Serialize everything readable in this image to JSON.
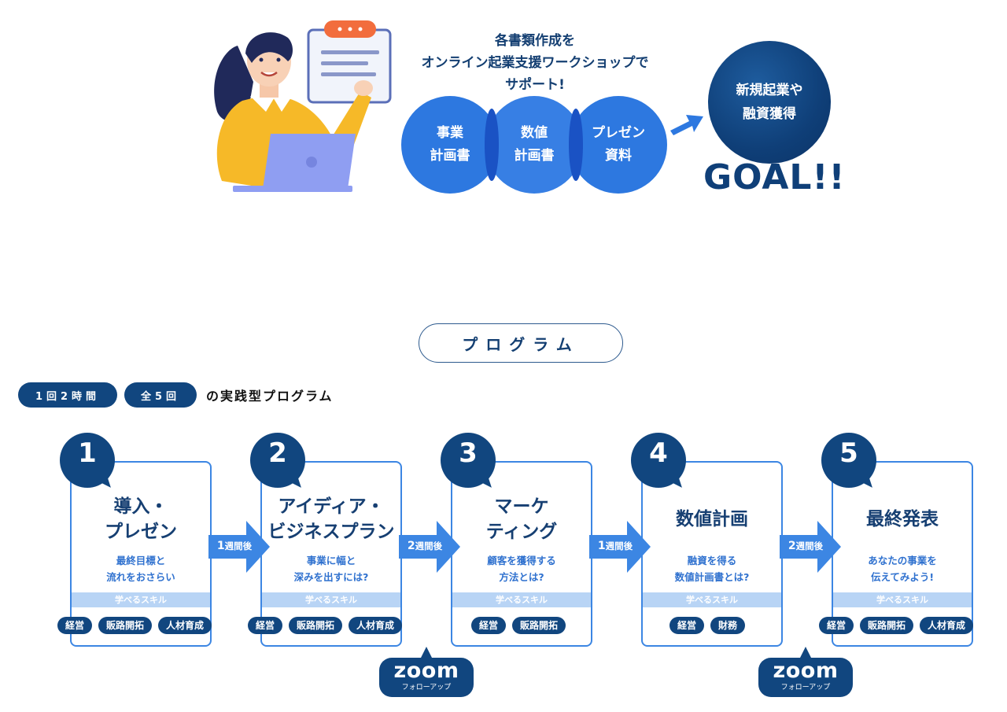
{
  "hero": {
    "caption": "各書類作成を\nオンライン起業支援ワークショップで\nサポート!",
    "circles": [
      "事業\n計画書",
      "数値\n計画書",
      "プレゼン\n資料"
    ],
    "goal_circle": "新規起業や\n融資獲得",
    "goal_text": "GOAL!!"
  },
  "program": {
    "title": "プログラム",
    "badges": [
      "1回2時間",
      "全5回"
    ],
    "badge_suffix": "の実践型プログラム",
    "skills_label": "学べるスキル",
    "cards": [
      {
        "number": "1",
        "title": "導入・\nプレゼン",
        "description": "最終目標と\n流れをおさらい",
        "skills": [
          "経営",
          "販路開拓",
          "人材育成"
        ]
      },
      {
        "number": "2",
        "title": "アイディア・\nビジネスプラン",
        "description": "事業に幅と\n深みを出すには?",
        "skills": [
          "経営",
          "販路開拓",
          "人材育成"
        ]
      },
      {
        "number": "3",
        "title": "マーケ\nティング",
        "description": "顧客を獲得する\n方法とは?",
        "skills": [
          "経営",
          "販路開拓"
        ]
      },
      {
        "number": "4",
        "title": "数値計画",
        "description": "融資を得る\n数値計画書とは?",
        "skills": [
          "経営",
          "財務"
        ]
      },
      {
        "number": "5",
        "title": "最終発表",
        "description": "あなたの事業を\n伝えてみよう!",
        "skills": [
          "経営",
          "販路開拓",
          "人材育成"
        ]
      }
    ],
    "intervals": [
      {
        "num": "1",
        "unit": "週間後"
      },
      {
        "num": "2",
        "unit": "週間後"
      },
      {
        "num": "1",
        "unit": "週間後"
      },
      {
        "num": "2",
        "unit": "週間後"
      }
    ],
    "zoom": [
      {
        "word": "zoom",
        "sub": "フォローアップ"
      },
      {
        "word": "zoom",
        "sub": "フォローアップ"
      }
    ]
  },
  "colors": {
    "navy": "#11467f",
    "blue": "#2d78e0",
    "card_border": "#3c86e3",
    "skill_bar": "#b8d4f5"
  }
}
